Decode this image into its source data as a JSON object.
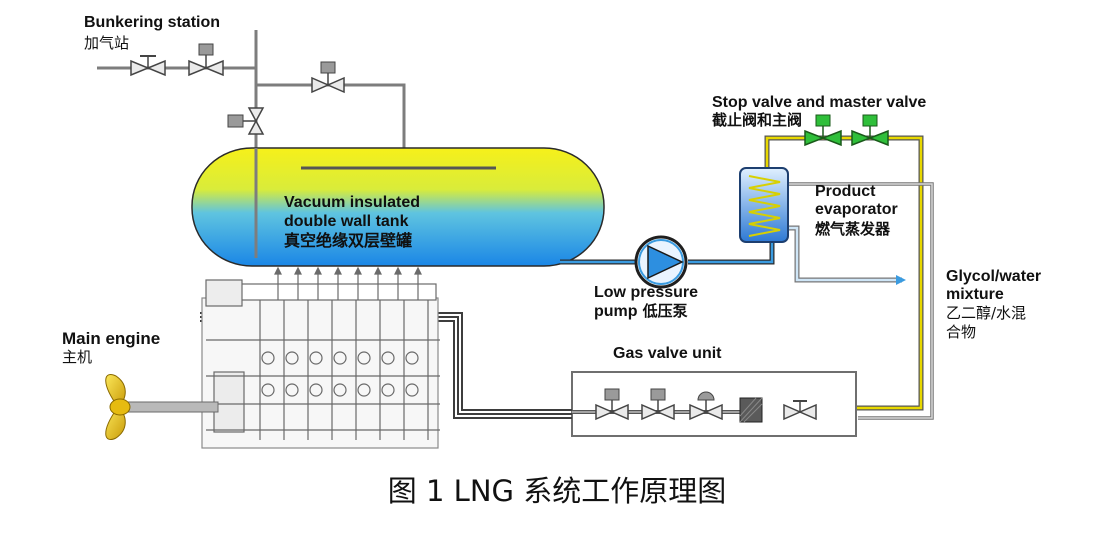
{
  "labels": {
    "bunkering_en": "Bunkering station",
    "bunkering_zh": "加气站",
    "stop_valve_en": "Stop valve and master valve",
    "stop_valve_zh": "截止阀和主阀",
    "tank_en_1": "Vacuum insulated",
    "tank_en_2": "double wall tank",
    "tank_zh": "真空绝缘双层壁罐",
    "evaporator_en_1": "Product",
    "evaporator_en_2": "evaporator",
    "evaporator_zh": "燃气蒸发器",
    "pump_en_1": "Low pressure",
    "pump_en_2": "pump",
    "pump_zh": "低压泵",
    "glycol_en_1": "Glycol/water",
    "glycol_en_2": "mixture",
    "glycol_zh_1": "乙二醇/水混",
    "glycol_zh_2": "合物",
    "main_engine_en": "Main engine",
    "main_engine_zh": "主机",
    "gas_valve_unit_en": "Gas valve unit"
  },
  "caption": "图 1 LNG 系统工作原理图",
  "colors": {
    "tank_top": "#f4ee1c",
    "tank_bottom": "#1e8fe6",
    "pipe_gray": "#8a8a8a",
    "pipe_yellow": "#e3d400",
    "pipe_blue": "#3a9be0",
    "valve_green": "#2fbf3a",
    "propeller": "#e9c21a"
  }
}
